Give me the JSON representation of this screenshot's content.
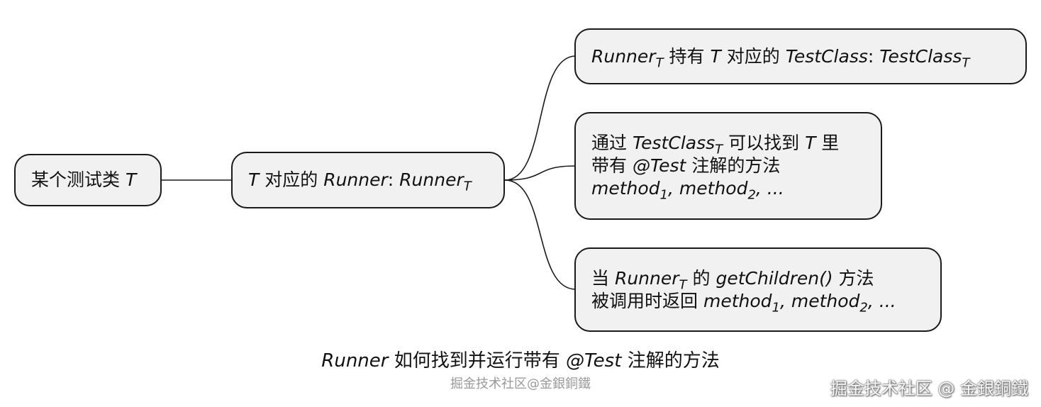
{
  "root_node": {
    "text": "某个测试类",
    "var": "T"
  },
  "runner_node": {
    "var": "T",
    "text": "对应的",
    "runner": "Runner",
    "colon": ":",
    "runner_sub_base": "Runner",
    "sub": "T"
  },
  "children": [
    {
      "runner": "Runner",
      "runner_sub": "T",
      "text1": "持有",
      "var": "T",
      "text2": "对应的",
      "testclass": "TestClass",
      "colon": ":",
      "testclass2": "TestClass",
      "testclass2_sub": "T"
    },
    {
      "text1": "通过",
      "testclass": "TestClass",
      "testclass_sub": "T",
      "text2": "可以找到",
      "var": "T",
      "text3": "里",
      "text4": "带有",
      "annotation": "@Test",
      "text5": "注解的方法",
      "m1": "method",
      "m1_sub": "1",
      "sep": ",",
      "m2": "method",
      "m2_sub": "2",
      "ellipsis": ", ..."
    },
    {
      "text1": "当",
      "runner": "Runner",
      "runner_sub": "T",
      "text2": "的",
      "method": "getChildren()",
      "text3": "方法",
      "text4": "被调用时返回",
      "m1": "method",
      "m1_sub": "1",
      "sep": ",",
      "m2": "method",
      "m2_sub": "2",
      "ellipsis": ", ..."
    }
  ],
  "caption": {
    "runner": "Runner",
    "text1": "如何找到并运行带有",
    "annotation": "@Test",
    "text2": "注解的方法"
  },
  "watermark_center": "掘金技术社区@金銀銅鐵",
  "watermark_corner": "掘金技术社区 @ 金銀銅鐵",
  "colors": {
    "node_fill": "#f1f1f1",
    "node_border": "#1a1a1a",
    "edge": "#1a1a1a",
    "background": "#ffffff"
  }
}
